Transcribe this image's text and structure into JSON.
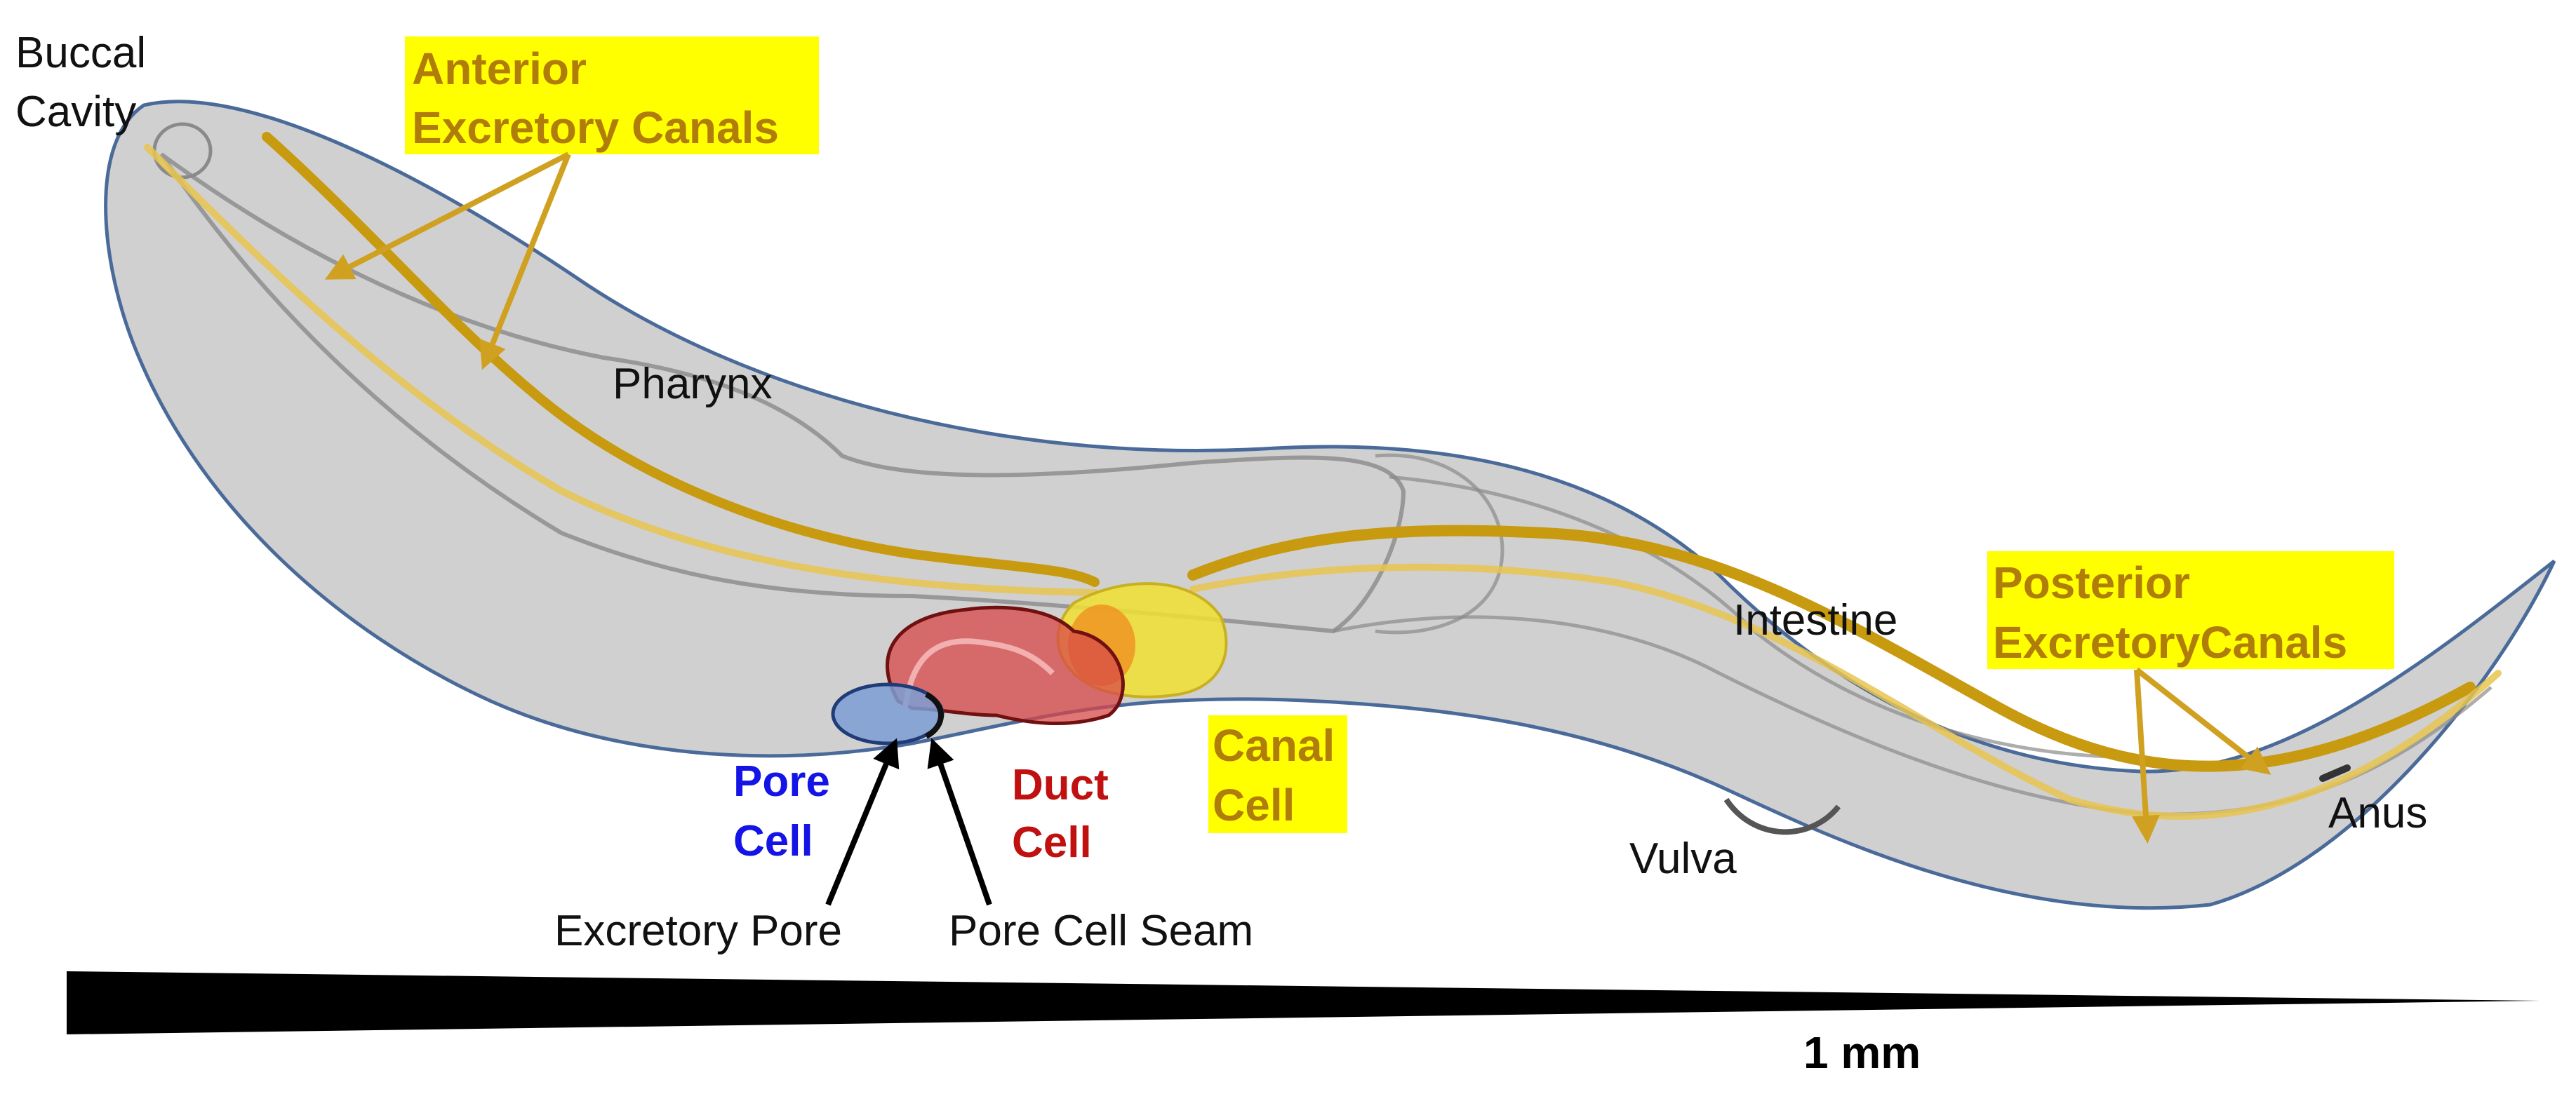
{
  "labels": {
    "buccal_cavity": [
      "Buccal",
      "Cavity"
    ],
    "anterior_canals": [
      "Anterior",
      "Excretory Canals"
    ],
    "pharynx": "Pharynx",
    "intestine": "Intestine",
    "posterior_canals": [
      "Posterior",
      "ExcretoryCanals"
    ],
    "pore_cell": [
      "Pore",
      "Cell"
    ],
    "duct_cell": [
      "Duct",
      "Cell"
    ],
    "canal_cell": [
      "Canal",
      "Cell"
    ],
    "vulva": "Vulva",
    "anus": "Anus",
    "excretory_pore": "Excretory Pore",
    "pore_cell_seam": "Pore Cell Seam"
  },
  "scale_bar": {
    "label": "1 mm"
  },
  "colors": {
    "body_fill": "#c8c8c8",
    "body_outline": "#4a6a9a",
    "organ_outline": "#8a8a8a",
    "canal": "#c89a10",
    "canal_light": "#e8c450",
    "highlight_box": "#ffff00",
    "highlight_text": "#b07c0a",
    "duct_cell": "#d84848",
    "duct_cell_text": "#c01010",
    "pore_cell": "#7d9ed4",
    "pore_cell_text": "#1414e6",
    "canal_cell": "#f0e030",
    "canal_cell_nucleus": "#f09020",
    "arrow_gold": "#d0a020",
    "arrow_black": "#000000"
  }
}
